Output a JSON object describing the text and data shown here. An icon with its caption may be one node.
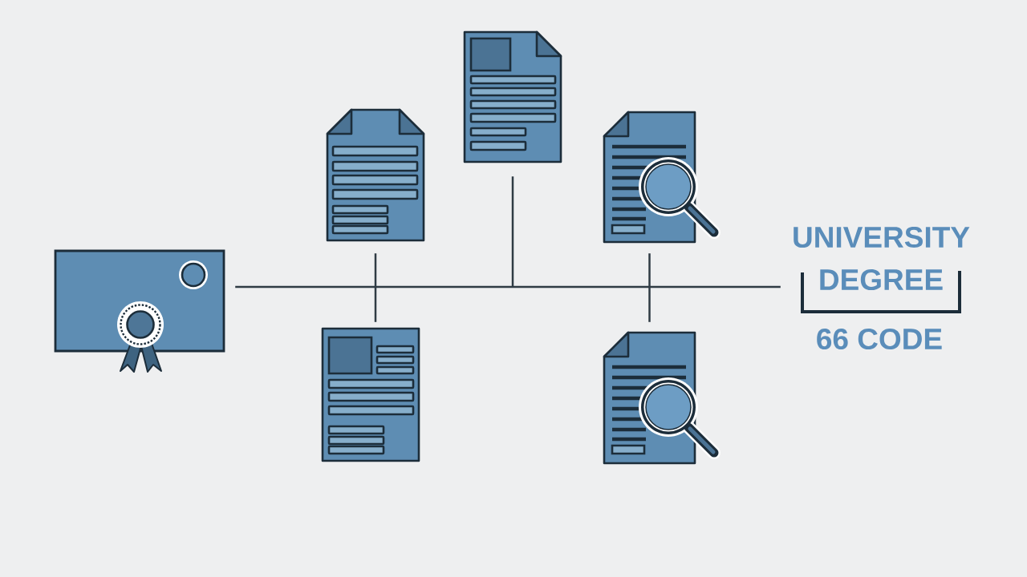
{
  "diagram": {
    "nodes": [
      {
        "text": [],
        "shape": "certificate"
      },
      {
        "text": [],
        "shape": "document"
      },
      {
        "text": [],
        "shape": "document"
      },
      {
        "text": [],
        "shape": "document"
      },
      {
        "text": [],
        "shape": "document"
      },
      {
        "text": [],
        "shape": "document"
      },
      {
        "text": [
          "UNIVERSITY DEGREE"
        ]
      }
    ],
    "edges": [
      {
        "from": 0,
        "to": 6,
        "arrow": "none"
      },
      {
        "from": 1,
        "to": 4,
        "arrow": "none"
      },
      {
        "from": 2,
        "to": null,
        "arrow": "none"
      },
      {
        "from": 3,
        "to": 5,
        "arrow": "none"
      }
    ],
    "labels": [
      "66 CODE"
    ]
  }
}
